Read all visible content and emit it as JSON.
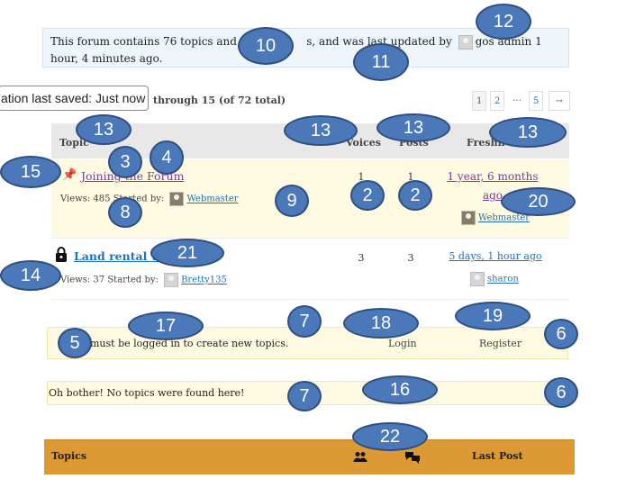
{
  "info": {
    "text_before": "This forum contains 76 topics and 4",
    "text_mid": "s, and was last updated by",
    "author": "gos admin",
    "text_after": "1 hour, 4 minutes ago."
  },
  "tooltip": {
    "text": "ation last saved: Just now"
  },
  "viewing": {
    "text": "through 15 (of 72 total)"
  },
  "pagination": {
    "pages": [
      "1",
      "2",
      "…",
      "5"
    ],
    "next": "→"
  },
  "table": {
    "headers": {
      "topic": "Topic",
      "voices": "Voices",
      "posts": "Posts",
      "freshness": "Freshn"
    },
    "rows": [
      {
        "title": "Joining the Forum",
        "views_label": "Views: 485",
        "started_by_label": "Started by:",
        "author": "Webmaster",
        "voices": "1",
        "posts": "1",
        "freshness": "1 year, 6 months ago",
        "freshness_author": "Webmaster",
        "sticky_icon": "pin-icon"
      },
      {
        "title": "Land rental va",
        "views_label": "Views: 37",
        "started_by_label": "Started by:",
        "author": "Bretty135",
        "voices": "3",
        "posts": "3",
        "freshness": "5 days, 1 hour ago",
        "freshness_author": "sharon",
        "sticky_icon": "lock-icon"
      }
    ]
  },
  "login_notice": {
    "text": "must be logged in to create new topics.",
    "login": "Login",
    "register": "Register"
  },
  "empty_notice": {
    "text": "Oh bother! No topics were found here!"
  },
  "footer": {
    "topics": "Topics",
    "last_post": "Last Post",
    "voices_icon": "users-icon",
    "posts_icon": "chat-bubbles-icon"
  },
  "callouts": [
    "12",
    "10",
    "11",
    "13",
    "13",
    "13",
    "13",
    "15",
    "3",
    "4",
    "9",
    "2",
    "2",
    "20",
    "8",
    "14",
    "21",
    "5",
    "17",
    "7",
    "18",
    "19",
    "6",
    "7",
    "16",
    "6",
    "22"
  ],
  "colors": {
    "callout_fill": "#4a78b9",
    "footer_bar": "#dd9933",
    "sticky_row": "#fefae1"
  }
}
